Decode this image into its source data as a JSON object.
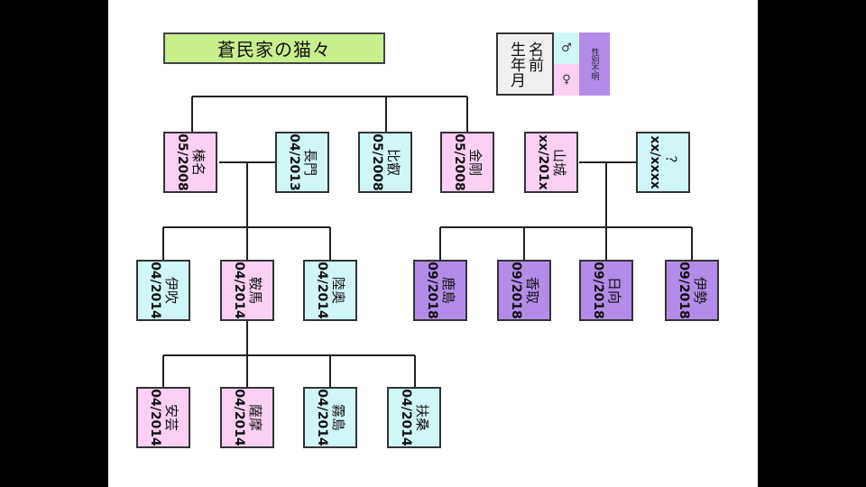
{
  "title": "蒼民家の猫々",
  "legend": {
    "name_label": "名前",
    "birth_label": "生年月",
    "male_symbol": "♂",
    "female_symbol": "♀",
    "unknown_label": "性別不明"
  },
  "colors": {
    "male": "#cff7f7",
    "female": "#fbd0f3",
    "unknown": "#b38be8",
    "title_bg": "#c9ee8c"
  },
  "cats": [
    {
      "id": "haruna",
      "name": "榛名",
      "birth": "05/2008",
      "sex": "female"
    },
    {
      "id": "nagato",
      "name": "長門",
      "birth": "04/2013",
      "sex": "male"
    },
    {
      "id": "hiei",
      "name": "比叡",
      "birth": "05/2008",
      "sex": "male"
    },
    {
      "id": "kongou",
      "name": "金剛",
      "birth": "05/2008",
      "sex": "female"
    },
    {
      "id": "yamashiro",
      "name": "山城",
      "birth": "xx/201x",
      "sex": "female"
    },
    {
      "id": "unknown-father",
      "name": "？",
      "birth": "xx/xxxx",
      "sex": "male"
    },
    {
      "id": "ibuki",
      "name": "伊吹",
      "birth": "04/2014",
      "sex": "male"
    },
    {
      "id": "kurama",
      "name": "鞍馬",
      "birth": "04/2014",
      "sex": "female"
    },
    {
      "id": "mutsu",
      "name": "陸奥",
      "birth": "04/2014",
      "sex": "male"
    },
    {
      "id": "kashima",
      "name": "鹿島",
      "birth": "09/2018",
      "sex": "unknown"
    },
    {
      "id": "katori",
      "name": "香取",
      "birth": "09/2018",
      "sex": "unknown"
    },
    {
      "id": "hyuga",
      "name": "日向",
      "birth": "09/2018",
      "sex": "unknown"
    },
    {
      "id": "ise",
      "name": "伊勢",
      "birth": "09/2018",
      "sex": "unknown"
    },
    {
      "id": "aki",
      "name": "安芸",
      "birth": "04/2014",
      "sex": "female"
    },
    {
      "id": "satsuma",
      "name": "薩摩",
      "birth": "04/2014",
      "sex": "female"
    },
    {
      "id": "kirishima",
      "name": "霧島",
      "birth": "04/2014",
      "sex": "male"
    },
    {
      "id": "fusou",
      "name": "扶桑",
      "birth": "04/2014",
      "sex": "male"
    }
  ]
}
